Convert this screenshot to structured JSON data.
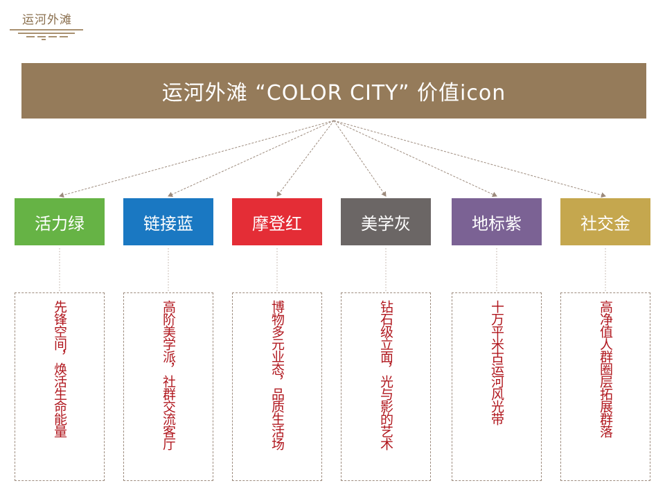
{
  "logo": {
    "text": "运河外滩"
  },
  "title": "运河外滩 “COLOR CITY” 价值icon",
  "colors": {
    "title_bg": "#957b5a",
    "desc_text": "#b0171e",
    "connector": "#9c8a7c"
  },
  "categories": [
    {
      "label": "活力绿",
      "color": "#66b345",
      "desc": "先锋空间，焕活生命能量"
    },
    {
      "label": "链接蓝",
      "color": "#1a78c2",
      "desc": "高阶美学派，社群交流客厅"
    },
    {
      "label": "摩登红",
      "color": "#e42d36",
      "desc": "博物多元业态，品质生活场"
    },
    {
      "label": "美学灰",
      "color": "#6b6665",
      "desc": "钻石级立面，光与影的艺术"
    },
    {
      "label": "地标紫",
      "color": "#7b6294",
      "desc": "十万平米古运河风光带"
    },
    {
      "label": "社交金",
      "color": "#c5a74e",
      "desc": "高净值人群圈层拓展群落"
    }
  ]
}
